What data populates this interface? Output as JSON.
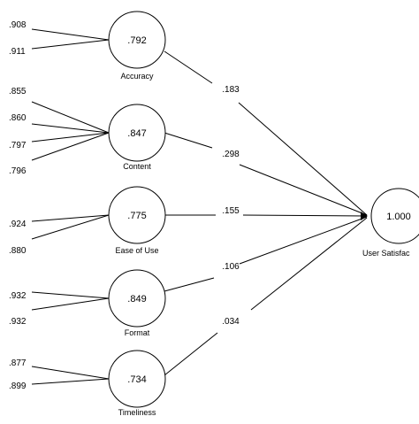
{
  "constructs": [
    {
      "id": "accuracy",
      "label": "Accuracy",
      "value": ".792",
      "loadings": [
        ".908",
        ".911"
      ],
      "path_coefficient": ".183"
    },
    {
      "id": "content",
      "label": "Content",
      "value": ".847",
      "loadings": [
        ".855",
        ".860",
        ".797",
        ".796"
      ],
      "path_coefficient": ".298"
    },
    {
      "id": "ease-of-use",
      "label": "Ease of Use",
      "value": ".775",
      "loadings": [
        ".924",
        ".880"
      ],
      "path_coefficient": ".155"
    },
    {
      "id": "format",
      "label": "Format",
      "value": ".849",
      "loadings": [
        ".932",
        ".932"
      ],
      "path_coefficient": ".106"
    },
    {
      "id": "timeliness",
      "label": "Timeliness",
      "value": ".734",
      "loadings": [
        ".877",
        ".899"
      ],
      "path_coefficient": ".034"
    }
  ],
  "outcome": {
    "id": "user-satisfaction",
    "label": "User Satisfac",
    "value": "1.000"
  },
  "colors": {
    "line": "#000000",
    "background": "#ffffff",
    "text": "#000000"
  }
}
